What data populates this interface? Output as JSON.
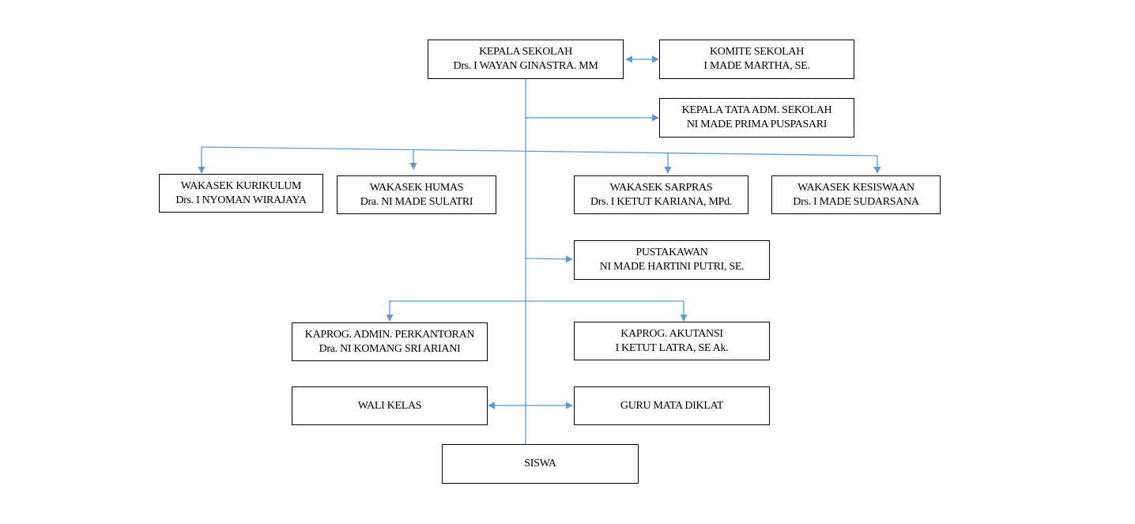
{
  "colors": {
    "connector": "#5b9bd5",
    "border": "#000000",
    "text": "#000000",
    "background": "#ffffff"
  },
  "nodes": {
    "kepala_sekolah": {
      "title": "KEPALA SEKOLAH",
      "name": "Drs. I WAYAN GINASTRA. MM"
    },
    "komite_sekolah": {
      "title": "KOMITE SEKOLAH",
      "name": "I MADE MARTHA, SE."
    },
    "kepala_tata_adm": {
      "title": "KEPALA TATA ADM. SEKOLAH",
      "name": "NI MADE PRIMA PUSPASARI"
    },
    "wakasek_kurikulum": {
      "title": "WAKASEK KURIKULUM",
      "name": "Drs. I NYOMAN WIRAJAYA"
    },
    "wakasek_humas": {
      "title": "WAKASEK HUMAS",
      "name": "Dra. NI MADE SULATRI"
    },
    "wakasek_sarpras": {
      "title": "WAKASEK SARPRAS",
      "name": "Drs. I KETUT KARIANA, MPd."
    },
    "wakasek_kesiswaan": {
      "title": "WAKASEK KESISWAAN",
      "name": "Drs. I MADE SUDARSANA"
    },
    "pustakawan": {
      "title": "PUSTAKAWAN",
      "name": "NI MADE HARTINI PUTRI, SE."
    },
    "kaprog_admin": {
      "title": "KAPROG. ADMIN. PERKANTORAN",
      "name": "Dra. NI KOMANG SRI ARIANI"
    },
    "kaprog_akutansi": {
      "title": "KAPROG. AKUTANSI",
      "name": "I KETUT LATRA, SE Ak."
    },
    "wali_kelas": {
      "title": "WALI KELAS"
    },
    "guru_mata_diklat": {
      "title": "GURU MATA DIKLAT"
    },
    "siswa": {
      "title": "SISWA"
    }
  }
}
